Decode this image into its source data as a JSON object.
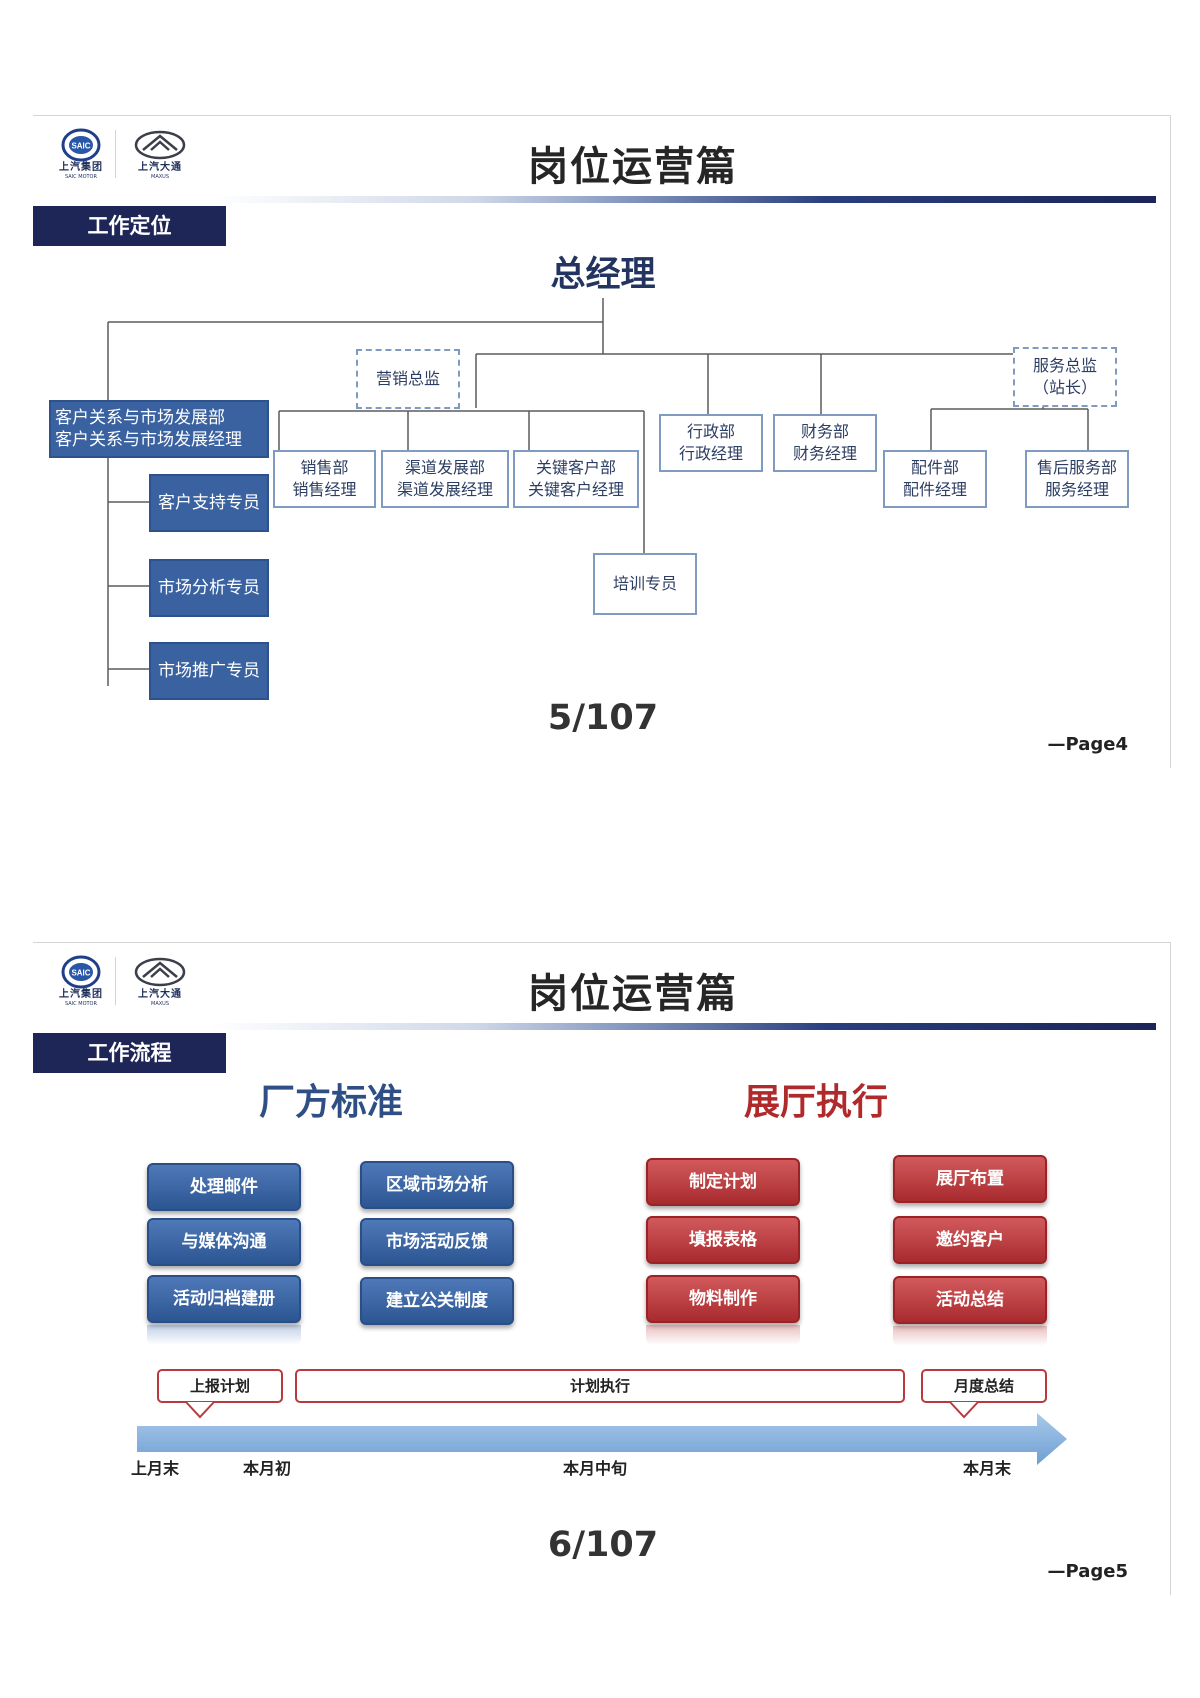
{
  "slide1": {
    "logo_left_caption": "上汽集团",
    "logo_left_sub": "SAIC MOTOR",
    "logo_left_mark": "SAIC",
    "logo_right_caption": "上汽大通",
    "logo_right_sub": "MAXUS",
    "title": "岗位运营篇",
    "section": "工作定位",
    "general_manager": "总经理",
    "crm_dept": [
      "客户关系与市场发展部",
      "客户关系与市场发展经理"
    ],
    "crm_staff": [
      "客户支持专员",
      "市场分析专员",
      "市场推广专员"
    ],
    "sales_director": "营销总监",
    "service_director": [
      "服务总监",
      "（站长）"
    ],
    "sales_dept": [
      "销售部",
      "销售经理"
    ],
    "channel_dept": [
      "渠道发展部",
      "渠道发展经理"
    ],
    "key_account_dept": [
      "关键客户部",
      "关键客户经理"
    ],
    "trainer": "培训专员",
    "admin_dept": [
      "行政部",
      "行政经理"
    ],
    "finance_dept": [
      "财务部",
      "财务经理"
    ],
    "parts_dept": [
      "配件部",
      "配件经理"
    ],
    "aftersales_dept": [
      "售后服务部",
      "服务经理"
    ],
    "page_no": "5/107",
    "page_label": "—Page4"
  },
  "slide2": {
    "logo_left_caption": "上汽集团",
    "logo_left_sub": "SAIC MOTOR",
    "logo_left_mark": "SAIC",
    "logo_right_caption": "上汽大通",
    "logo_right_sub": "MAXUS",
    "title": "岗位运营篇",
    "section": "工作流程",
    "factory_title": "厂方标准",
    "factory_col1": [
      "处理邮件",
      "与媒体沟通",
      "活动归档建册"
    ],
    "factory_col2": [
      "区域市场分析",
      "市场活动反馈",
      "建立公关制度"
    ],
    "showroom_title": "展厅执行",
    "showroom_col1": [
      "制定计划",
      "填报表格",
      "物料制作"
    ],
    "showroom_col2": [
      "展厅布置",
      "邀约客户",
      "活动总结"
    ],
    "phase_report": "上报计划",
    "phase_execute": "计划执行",
    "phase_summary": "月度总结",
    "timeline": [
      "上月末",
      "本月初",
      "本月中旬",
      "本月末"
    ],
    "page_no": "6/107",
    "page_label": "—Page5"
  },
  "colors": {
    "navy": "#1d2656",
    "box_blue": "#3a62a1",
    "pill_blue": "#2c5692",
    "pill_red": "#a82b2e",
    "arrow": "#8fb6e0"
  }
}
